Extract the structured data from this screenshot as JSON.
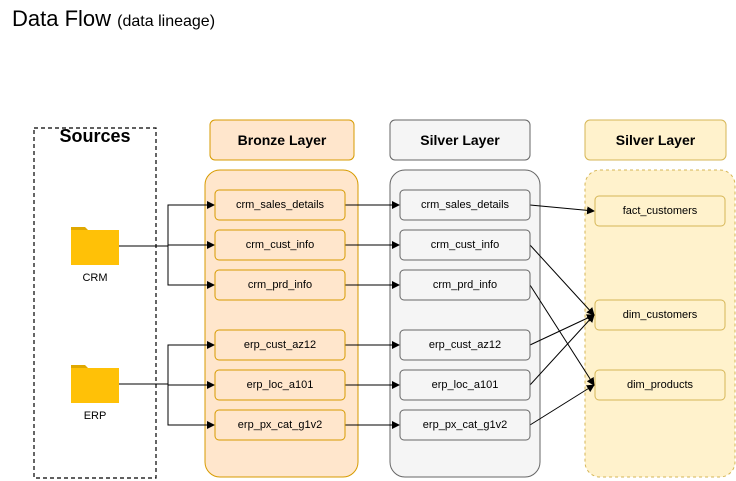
{
  "header": {
    "title": "Data Flow",
    "subtitle": "(data lineage)"
  },
  "colors": {
    "bronze_fill": "#ffe6cc",
    "bronze_stroke": "#d79b00",
    "silver_fill": "#f5f5f5",
    "silver_stroke": "#666666",
    "gold_fill": "#fff2cc",
    "gold_stroke": "#d6b656",
    "folder": "#ffc107",
    "arrow": "#000000"
  },
  "sources": {
    "title": "Sources",
    "systems": [
      {
        "id": "crm",
        "label": "CRM",
        "icon": "folder-icon"
      },
      {
        "id": "erp",
        "label": "ERP",
        "icon": "folder-icon"
      }
    ]
  },
  "layers": [
    {
      "id": "bronze",
      "title": "Bronze Layer",
      "tables": [
        "crm_sales_details",
        "crm_cust_info",
        "crm_prd_info",
        "erp_cust_az12",
        "erp_loc_a101",
        "erp_px_cat_g1v2"
      ]
    },
    {
      "id": "silver",
      "title": "Silver Layer",
      "tables": [
        "crm_sales_details",
        "crm_cust_info",
        "crm_prd_info",
        "erp_cust_az12",
        "erp_loc_a101",
        "erp_px_cat_g1v2"
      ]
    },
    {
      "id": "gold",
      "title": "Silver Layer",
      "tables": [
        "fact_customers",
        "dim_customers",
        "dim_products"
      ]
    }
  ],
  "edges": [
    [
      "source:crm",
      "bronze:crm_sales_details"
    ],
    [
      "source:crm",
      "bronze:crm_cust_info"
    ],
    [
      "source:crm",
      "bronze:crm_prd_info"
    ],
    [
      "source:erp",
      "bronze:erp_cust_az12"
    ],
    [
      "source:erp",
      "bronze:erp_loc_a101"
    ],
    [
      "source:erp",
      "bronze:erp_px_cat_g1v2"
    ],
    [
      "bronze:crm_sales_details",
      "silver:crm_sales_details"
    ],
    [
      "bronze:crm_cust_info",
      "silver:crm_cust_info"
    ],
    [
      "bronze:crm_prd_info",
      "silver:crm_prd_info"
    ],
    [
      "bronze:erp_cust_az12",
      "silver:erp_cust_az12"
    ],
    [
      "bronze:erp_loc_a101",
      "silver:erp_loc_a101"
    ],
    [
      "bronze:erp_px_cat_g1v2",
      "silver:erp_px_cat_g1v2"
    ],
    [
      "silver:crm_sales_details",
      "gold:fact_customers"
    ],
    [
      "silver:crm_cust_info",
      "gold:dim_customers"
    ],
    [
      "silver:crm_prd_info",
      "gold:dim_products"
    ],
    [
      "silver:erp_cust_az12",
      "gold:dim_customers"
    ],
    [
      "silver:erp_loc_a101",
      "gold:dim_customers"
    ],
    [
      "silver:erp_px_cat_g1v2",
      "gold:dim_products"
    ]
  ]
}
